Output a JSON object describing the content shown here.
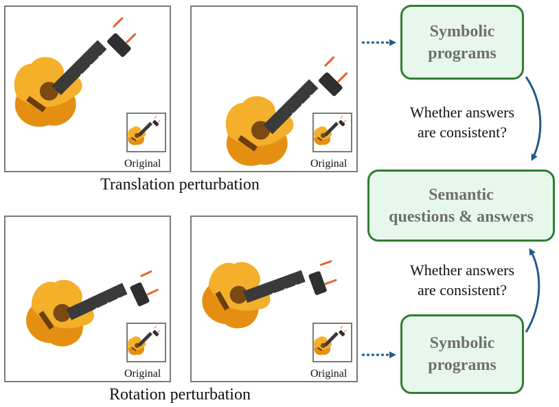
{
  "panels": {
    "thumbnail_label": "Original"
  },
  "captions": {
    "translation": "Translation perturbation",
    "rotation": "Rotation perturbation"
  },
  "boxes": {
    "symbolic_top": {
      "line1": "Symbolic",
      "line2": "programs"
    },
    "semantic": {
      "line1": "Semantic",
      "line2": "questions & answers"
    },
    "symbolic_bottom": {
      "line1": "Symbolic",
      "line2": "programs"
    }
  },
  "questions": {
    "top": {
      "line1": "Whether answers",
      "line2": "are consistent?"
    },
    "bottom": {
      "line1": "Whether answers",
      "line2": "are consistent?"
    }
  },
  "colors": {
    "box_border": "#2e7d32",
    "box_fill": "#e8f7ec",
    "box_text": "#6f6f6f",
    "arrow": "#1f5a8a",
    "guitar_body": "#f2a31c",
    "guitar_neck": "#3a3a3a"
  }
}
